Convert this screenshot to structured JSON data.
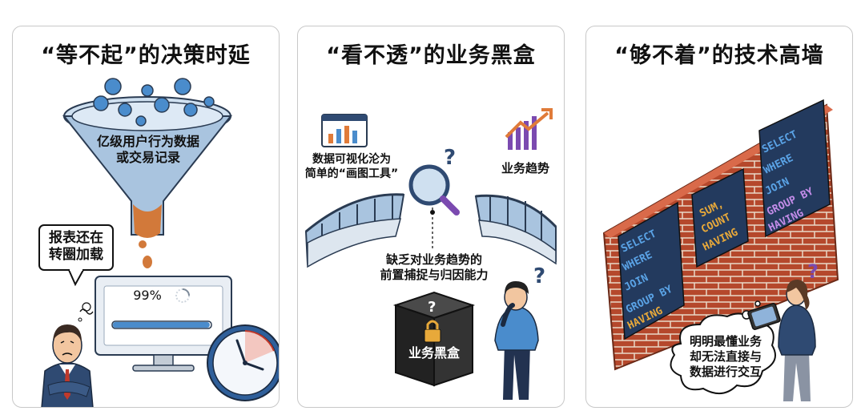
{
  "panels": [
    {
      "title": "“等不起”的决策时延",
      "funnel_text": [
        "亿级用户行为数据",
        "或交易记录"
      ],
      "speech_lines": [
        "报表还在",
        "转圈加载"
      ],
      "progress_percent": "99%",
      "progress_fraction": 0.99
    },
    {
      "title": "“看不透”的业务黑盒",
      "viz_lines": [
        "数据可视化沦为",
        "简单的“画图工具”"
      ],
      "trend_label": "业务趋势",
      "gap_lines": [
        "缺乏对业务趋势的",
        "前置捕捉与归因能力"
      ],
      "blackbox_label": "业务黑盒"
    },
    {
      "title": "“够不着”的技术高墙",
      "sql_left": [
        "SELECT",
        "WHERE",
        "JOIN",
        "GROUP BY",
        "HAVING"
      ],
      "sql_center": [
        "SUM,",
        "COUNT",
        "HAVING"
      ],
      "sql_right": [
        "SELECT",
        "WHERE",
        "JOIN",
        "GROUP BY",
        "HAVING"
      ],
      "thought_lines": [
        "明明最懂业务",
        "却无法直接与",
        "数据进行交互"
      ]
    }
  ],
  "colors": {
    "brick": "#b5482c",
    "screen": "#233a5e",
    "funnel": "#a9c4df",
    "accent": "#e07b39"
  }
}
